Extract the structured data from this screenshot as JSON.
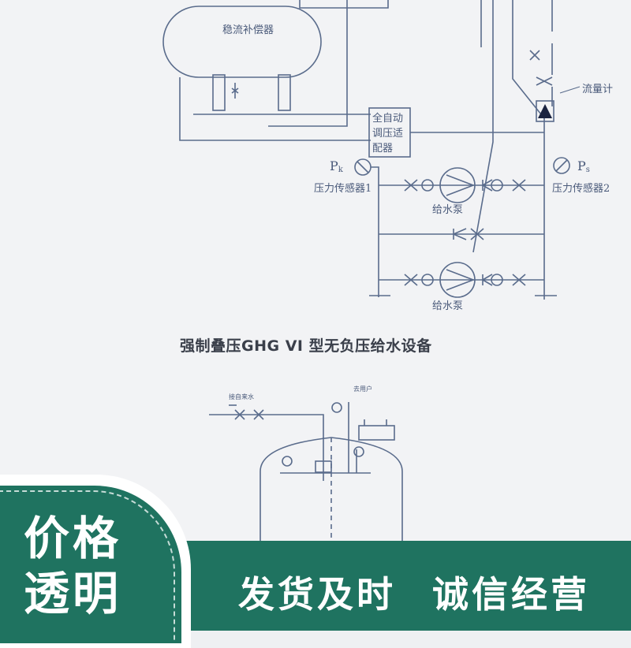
{
  "diagram_top": {
    "tank_label": "稳流补偿器",
    "controller_label_lines": [
      "全自动",
      "调压适",
      "配器"
    ],
    "flowmeter_label": "流量计",
    "pk_label": "P",
    "pk_sub": "k",
    "ps_label": "P",
    "ps_sub": "s",
    "sensor1_label": "压力传感器1",
    "sensor2_label": "压力传感器2",
    "pump1_label": "给水泵",
    "pump2_label": "给水泵"
  },
  "diagram_title": "强制叠压GHG VI 型无负压给水设备",
  "diagram_bottom": {
    "inlet_label": "接自来水",
    "outlet_label": "去用户"
  },
  "badge": {
    "line1": "价格",
    "line2": "透明"
  },
  "banner": {
    "slogan1": "发货及时",
    "slogan2": "诚信经营"
  },
  "colors": {
    "line": "#5a6c8c",
    "banner": "#1f7360",
    "background": "#f2f3f5"
  }
}
